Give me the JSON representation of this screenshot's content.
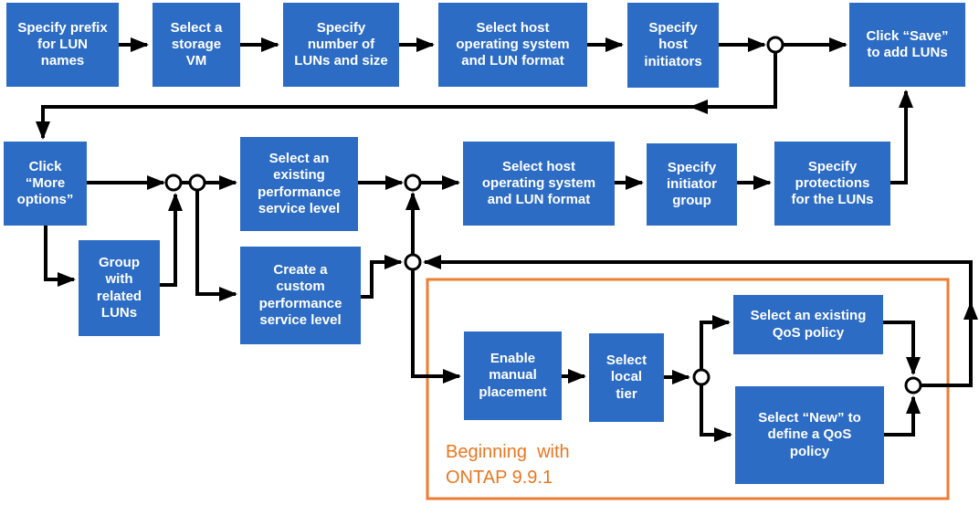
{
  "colors": {
    "node_fill": "#2d6cc4",
    "node_text": "#ffffff",
    "connector": "#000000",
    "callout_border": "#ed7d31",
    "callout_text": "#e87722"
  },
  "nodes": [
    {
      "id": "specify-prefix",
      "label": "Specify prefix\nfor LUN\nnames"
    },
    {
      "id": "select-storage-vm",
      "label": "Select a\nstorage\nVM"
    },
    {
      "id": "specify-number-of-luns",
      "label": "Specify\nnumber of\nLUNs and size"
    },
    {
      "id": "select-host-os-top",
      "label": "Select host\noperating system\nand LUN format"
    },
    {
      "id": "specify-host-initiators",
      "label": "Specify\nhost\ninitiators"
    },
    {
      "id": "click-save",
      "label": "Click “Save”\nto add LUNs"
    },
    {
      "id": "click-more-options",
      "label": "Click\n“More\noptions”"
    },
    {
      "id": "select-existing-psl",
      "label": "Select an\nexisting\nperformance\nservice level"
    },
    {
      "id": "select-host-os-mid",
      "label": "Select host\noperating system\nand LUN format"
    },
    {
      "id": "specify-initiator-group",
      "label": "Specify\ninitiator\ngroup"
    },
    {
      "id": "specify-protections",
      "label": "Specify\nprotections\nfor the LUNs"
    },
    {
      "id": "group-related-luns",
      "label": "Group\nwith\nrelated\nLUNs"
    },
    {
      "id": "create-custom-psl",
      "label": "Create a\ncustom\nperformance\nservice level"
    },
    {
      "id": "enable-manual-placement",
      "label": "Enable\nmanual\nplacement"
    },
    {
      "id": "select-local-tier",
      "label": "Select\nlocal\ntier"
    },
    {
      "id": "select-existing-qos",
      "label": "Select an existing\nQoS policy"
    },
    {
      "id": "select-new-qos",
      "label": "Select “New” to\ndefine a  QoS\npolicy"
    }
  ],
  "callout": {
    "text": "Beginning  with\nONTAP 9.9.1"
  }
}
